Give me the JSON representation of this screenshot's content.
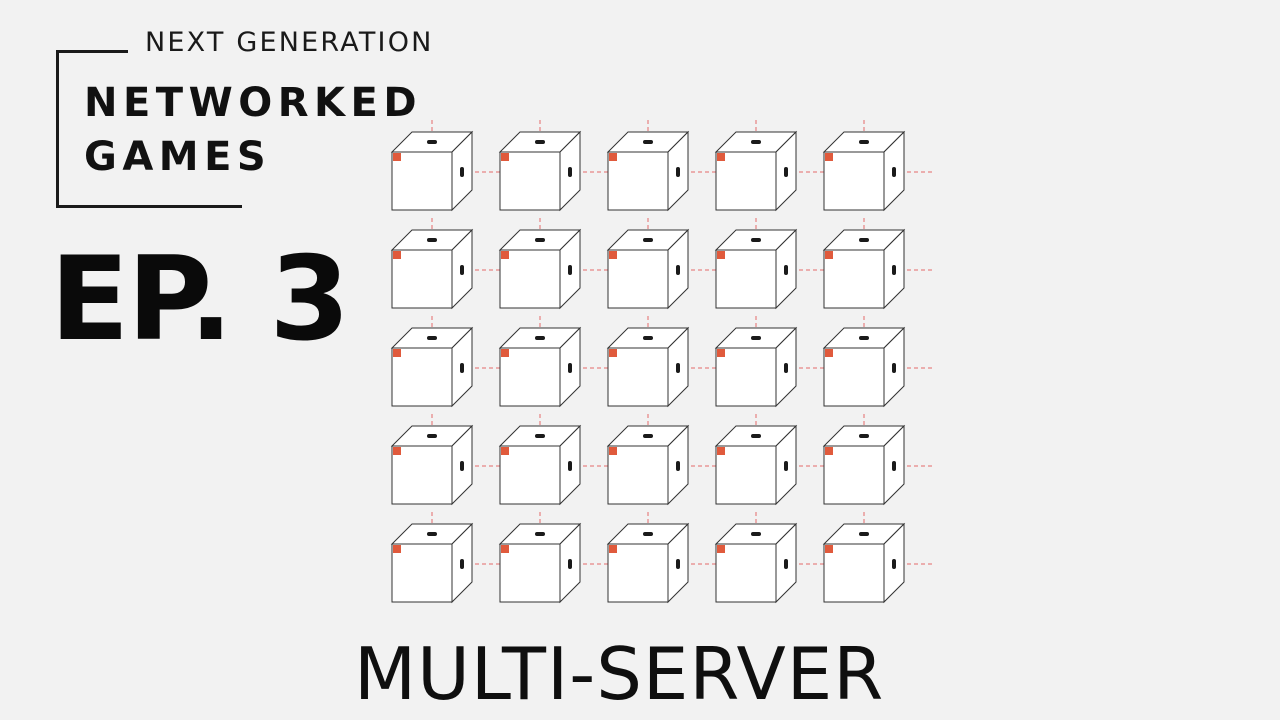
{
  "header": {
    "subtitle": "NEXT GENERATION",
    "title_line_1": "NETWORKED",
    "title_line_2": "GAMES"
  },
  "episode": {
    "label": "EP. 3"
  },
  "caption": {
    "text": "MULTI-SERVER"
  },
  "server_grid": {
    "rows": 5,
    "columns": 5,
    "icon": "server-cube-icon"
  },
  "colors": {
    "background": "#f2f2f2",
    "cube_face": "#ffffff",
    "cube_stroke": "#333333",
    "status_square": "#e05a3c",
    "connection_line": "#e46a6a",
    "port": "#1a1a1a"
  }
}
